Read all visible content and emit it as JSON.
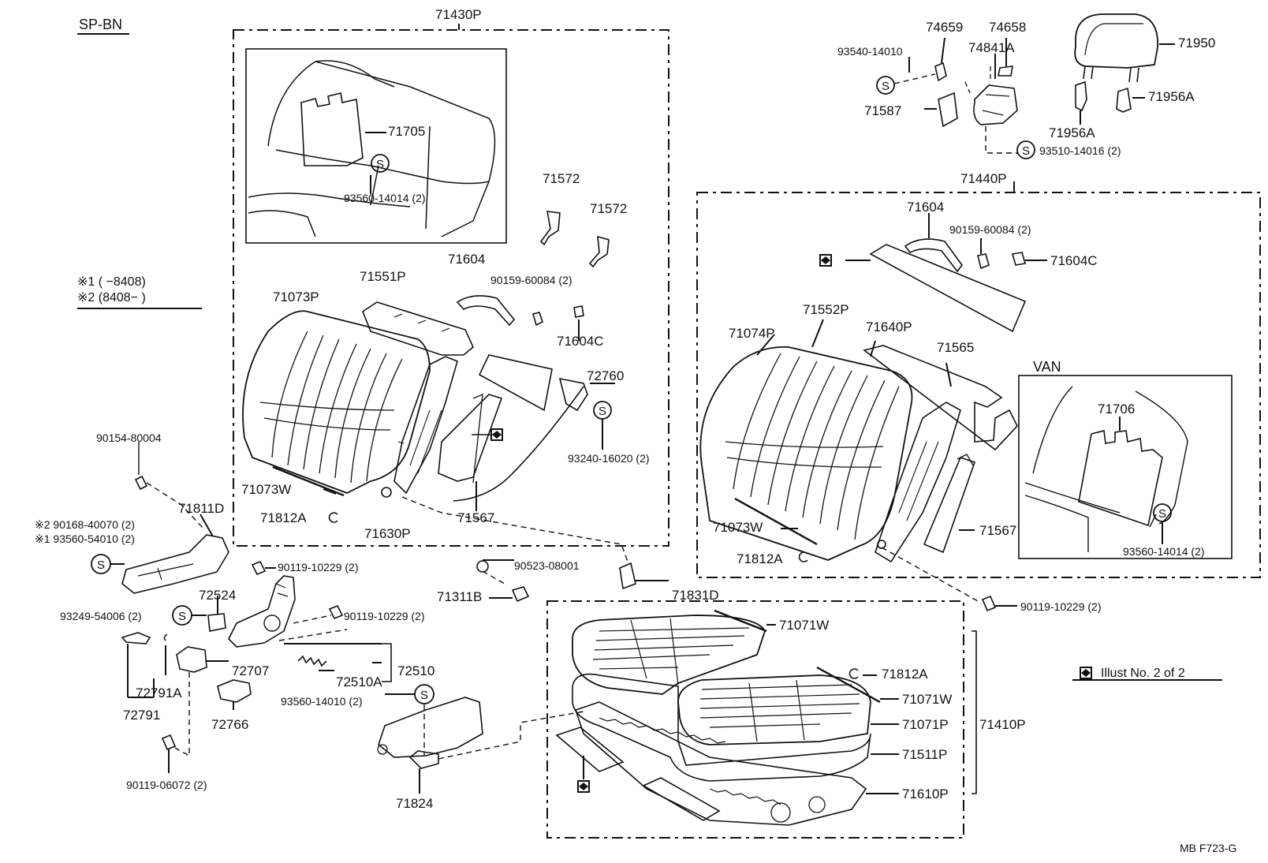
{
  "header": {
    "code": "SP-BN",
    "footer_ref": "MB  F723-G"
  },
  "legend": {
    "note1": "※1 (      −8408)",
    "note2": "※2 (8408−      )",
    "illust_note": "Illust No. 2 of 2"
  },
  "groups": {
    "seatback_left": "71430P",
    "seatback_right": "71440P",
    "cushion": "71410P",
    "van_label": "VAN"
  },
  "parts": {
    "p71705": "71705",
    "p93560_14014a": "93560-14014 (2)",
    "p71572a": "71572",
    "p71572b": "71572",
    "p71551P": "71551P",
    "p71073P": "71073P",
    "p71604a": "71604",
    "p90159a": "90159-60084 (2)",
    "p71604Ca": "71604C",
    "p72760": "72760",
    "p93240": "93240-16020 (2)",
    "p71073Wa": "71073W",
    "p71812Aa": "71812A",
    "p71630P": "71630P",
    "p71567a": "71567",
    "p90154": "90154-80004",
    "p71811D": "71811D",
    "p90168": "※2 90168-40070 (2)",
    "p93560_54010": "※1 93560-54010 (2)",
    "p90119_a": "90119-10229 (2)",
    "p90523": "90523-08001",
    "p71311B": "71311B",
    "p71831D": "71831D",
    "p72524": "72524",
    "p93249": "93249-54006 (2)",
    "p90119_b": "90119-10229 (2)",
    "p72707": "72707",
    "p72510A": "72510A",
    "p72510": "72510",
    "p72791A": "72791A",
    "p72791": "72791",
    "p72766": "72766",
    "p93560_14010": "93560-14010 (2)",
    "p90119_06072": "90119-06072 (2)",
    "p71824": "71824",
    "p74659": "74659",
    "p74658": "74658",
    "p93540": "93540-14010",
    "p74841A": "74841A",
    "p71950": "71950",
    "p71956Aa": "71956A",
    "p71956Ab": "71956A",
    "p71587": "71587",
    "p93510": "93510-14016 (2)",
    "p71604b": "71604",
    "p90159b": "90159-60084 (2)",
    "p71604Cb": "71604C",
    "p71074P": "71074P",
    "p71552P": "71552P",
    "p71640P": "71640P",
    "p71565": "71565",
    "p71706": "71706",
    "p93560_14014b": "93560-14014 (2)",
    "p71073Wb": "71073W",
    "p71812Ab": "71812A",
    "p71567b": "71567",
    "p90119_c": "90119-10229 (2)",
    "p71071Wa": "71071W",
    "p71812Ac": "71812A",
    "p71071Wb": "71071W",
    "p71071P": "71071P",
    "p71511P": "71511P",
    "p71610P": "71610P"
  }
}
